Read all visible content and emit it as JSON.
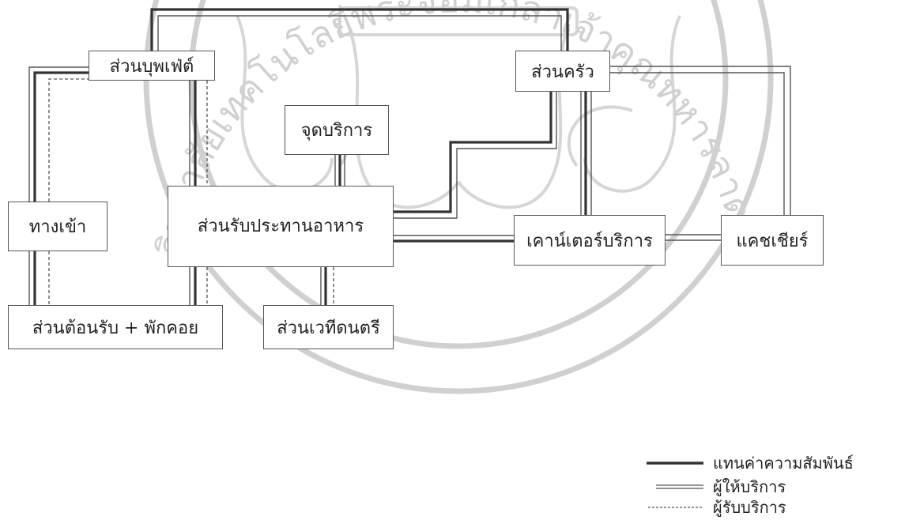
{
  "watermark": {
    "text": "มหาวิทยาลัยเทคโนโลยีพระจอมเกล้าเจ้าคุณทหารลาดกระบัง",
    "color": "#c8c8c8"
  },
  "colors": {
    "relation_line": "#333333",
    "provider_line": "#555555",
    "receiver_line": "#555555",
    "box_border": "#555555"
  },
  "boxes": {
    "buffet": "ส่วนบุพเฟ่ต์",
    "kitchen": "ส่วนครัว",
    "service_point": "จุดบริการ",
    "entrance": "ทางเข้า",
    "dining": "ส่วนรับประทานอาหาร",
    "service_counter": "เคาน์เตอร์บริการ",
    "cashier": "แคชเชียร์",
    "reception_lounge": "ส่วนต้อนรับ + พักคอย",
    "music_stage": "ส่วนเวทีดนตรี"
  },
  "legend": [
    {
      "style": "relation",
      "label": "แทนค่าความสัมพันธ์"
    },
    {
      "style": "provider",
      "label": "ผู้ให้บริการ"
    },
    {
      "style": "receiver",
      "label": "ผู้รับบริการ"
    }
  ]
}
